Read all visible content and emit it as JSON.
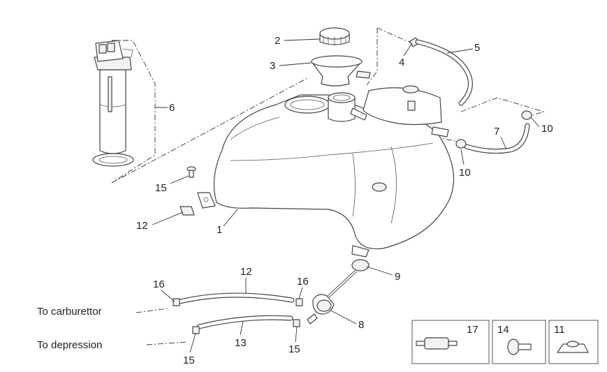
{
  "callouts": {
    "c1": "1",
    "c2": "2",
    "c3": "3",
    "c4": "4",
    "c5": "5",
    "c6": "6",
    "c7": "7",
    "c8": "8",
    "c9": "9",
    "c10a": "10",
    "c10b": "10",
    "c11": "11",
    "c12a": "12",
    "c12b": "12",
    "c13": "13",
    "c14": "14",
    "c15a": "15",
    "c15b": "15",
    "c15c": "15",
    "c16a": "16",
    "c16b": "16",
    "c17": "17"
  },
  "labels": {
    "to_carburettor": "To carburettor",
    "to_depression": "To depression"
  },
  "colors": {
    "line": "#444444",
    "fill": "#ffffff",
    "shade": "#f2f2f2"
  }
}
